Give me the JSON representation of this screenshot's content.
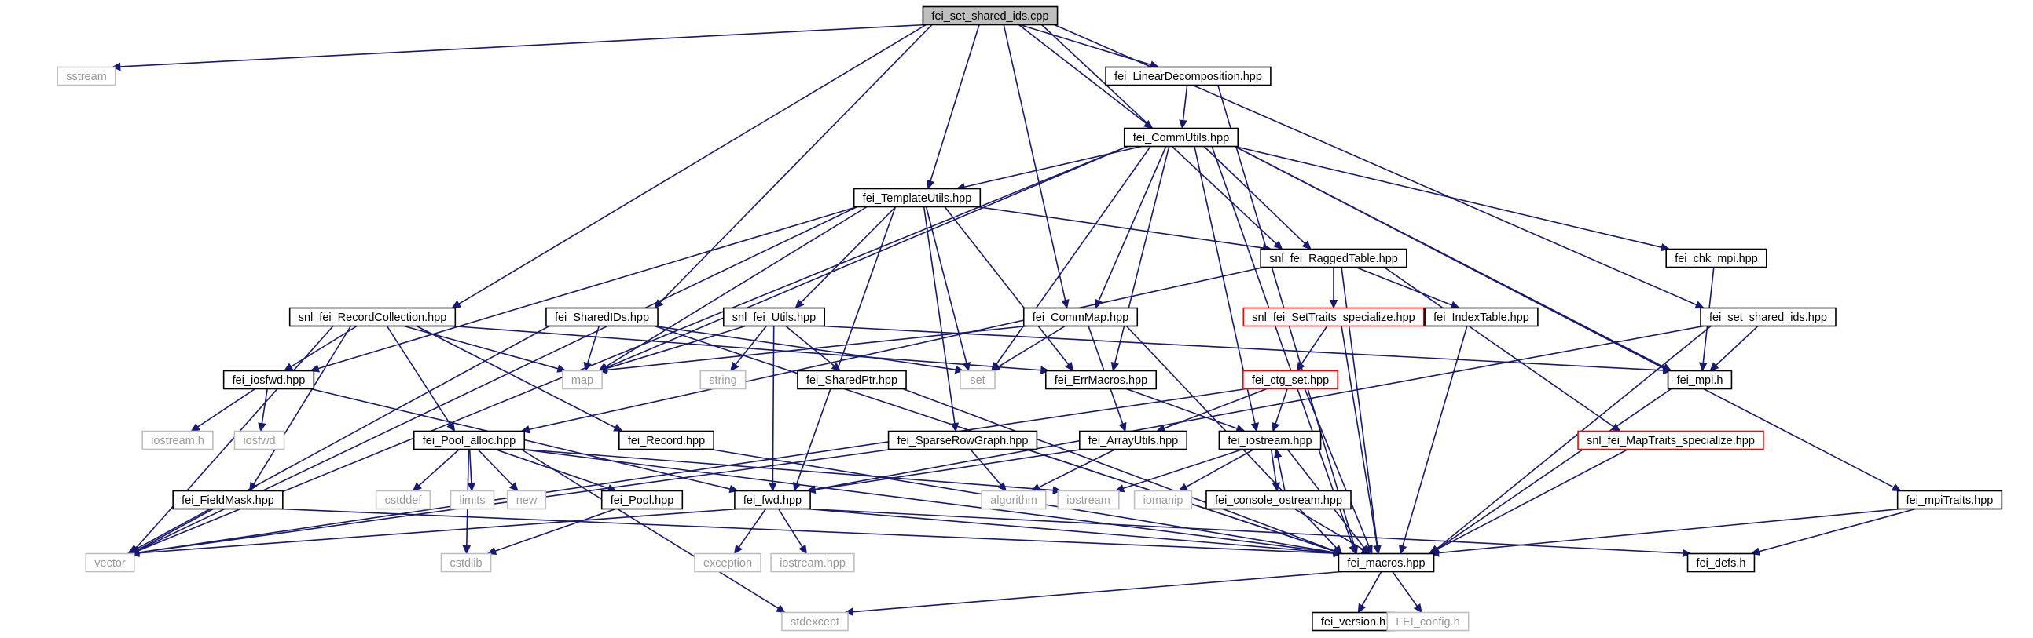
{
  "diagram": {
    "colors": {
      "edge": "#191970",
      "root_fill": "#bfbfbf",
      "node_border": "#000000",
      "node_border_truncated": "#ff0000",
      "node_border_system": "#bfbfbf",
      "node_text": "#000000",
      "node_text_system": "#999999"
    },
    "nodes": [
      {
        "id": "root",
        "label": "fei_set_shared_ids.cpp",
        "kind": "root"
      },
      {
        "id": "sstream",
        "label": "sstream",
        "kind": "system"
      },
      {
        "id": "linear",
        "label": "fei_LinearDecomposition.hpp",
        "kind": "normal"
      },
      {
        "id": "commutils",
        "label": "fei_CommUtils.hpp",
        "kind": "normal"
      },
      {
        "id": "templateutils",
        "label": "fei_TemplateUtils.hpp",
        "kind": "normal"
      },
      {
        "id": "ragged",
        "label": "snl_fei_RaggedTable.hpp",
        "kind": "normal"
      },
      {
        "id": "chkmpi",
        "label": "fei_chk_mpi.hpp",
        "kind": "normal"
      },
      {
        "id": "recordcoll",
        "label": "snl_fei_RecordCollection.hpp",
        "kind": "normal"
      },
      {
        "id": "sharedids",
        "label": "fei_SharedIDs.hpp",
        "kind": "normal"
      },
      {
        "id": "snlutils",
        "label": "snl_fei_Utils.hpp",
        "kind": "normal"
      },
      {
        "id": "commmap",
        "label": "fei_CommMap.hpp",
        "kind": "normal"
      },
      {
        "id": "settraits",
        "label": "snl_fei_SetTraits_specialize.hpp",
        "kind": "truncated"
      },
      {
        "id": "indextable",
        "label": "fei_IndexTable.hpp",
        "kind": "normal"
      },
      {
        "id": "setsharedids",
        "label": "fei_set_shared_ids.hpp",
        "kind": "normal"
      },
      {
        "id": "iosfwd_hpp",
        "label": "fei_iosfwd.hpp",
        "kind": "normal"
      },
      {
        "id": "map",
        "label": "map",
        "kind": "system"
      },
      {
        "id": "string",
        "label": "string",
        "kind": "system"
      },
      {
        "id": "sharedptr",
        "label": "fei_SharedPtr.hpp",
        "kind": "normal"
      },
      {
        "id": "set",
        "label": "set",
        "kind": "system"
      },
      {
        "id": "errmacros",
        "label": "fei_ErrMacros.hpp",
        "kind": "normal"
      },
      {
        "id": "ctgset",
        "label": "fei_ctg_set.hpp",
        "kind": "truncated"
      },
      {
        "id": "feimpi",
        "label": "fei_mpi.h",
        "kind": "normal"
      },
      {
        "id": "iostream_h",
        "label": "iostream.h",
        "kind": "system"
      },
      {
        "id": "iosfwd",
        "label": "iosfwd",
        "kind": "system"
      },
      {
        "id": "poolalloc",
        "label": "fei_Pool_alloc.hpp",
        "kind": "normal"
      },
      {
        "id": "record",
        "label": "fei_Record.hpp",
        "kind": "normal"
      },
      {
        "id": "sparserow",
        "label": "fei_SparseRowGraph.hpp",
        "kind": "normal"
      },
      {
        "id": "arrayutils",
        "label": "fei_ArrayUtils.hpp",
        "kind": "normal"
      },
      {
        "id": "feiiostream",
        "label": "fei_iostream.hpp",
        "kind": "normal"
      },
      {
        "id": "maptraits",
        "label": "snl_fei_MapTraits_specialize.hpp",
        "kind": "truncated"
      },
      {
        "id": "fieldmask",
        "label": "fei_FieldMask.hpp",
        "kind": "normal"
      },
      {
        "id": "cstddef",
        "label": "cstddef",
        "kind": "system"
      },
      {
        "id": "limits",
        "label": "limits",
        "kind": "system"
      },
      {
        "id": "new",
        "label": "new",
        "kind": "system"
      },
      {
        "id": "pool",
        "label": "fei_Pool.hpp",
        "kind": "normal"
      },
      {
        "id": "fwd",
        "label": "fei_fwd.hpp",
        "kind": "normal"
      },
      {
        "id": "algorithm",
        "label": "algorithm",
        "kind": "system"
      },
      {
        "id": "iostream",
        "label": "iostream",
        "kind": "system"
      },
      {
        "id": "iomanip",
        "label": "iomanip",
        "kind": "system"
      },
      {
        "id": "consoleostream",
        "label": "fei_console_ostream.hpp",
        "kind": "normal"
      },
      {
        "id": "mpitraits",
        "label": "fei_mpiTraits.hpp",
        "kind": "normal"
      },
      {
        "id": "vector",
        "label": "vector",
        "kind": "system"
      },
      {
        "id": "cstdlib",
        "label": "cstdlib",
        "kind": "system"
      },
      {
        "id": "exception",
        "label": "exception",
        "kind": "system"
      },
      {
        "id": "iostream_hpp",
        "label": "iostream.hpp",
        "kind": "system"
      },
      {
        "id": "macros",
        "label": "fei_macros.hpp",
        "kind": "normal"
      },
      {
        "id": "defs",
        "label": "fei_defs.h",
        "kind": "normal"
      },
      {
        "id": "stdexcept",
        "label": "stdexcept",
        "kind": "system"
      },
      {
        "id": "version",
        "label": "fei_version.h",
        "kind": "normal"
      },
      {
        "id": "config",
        "label": "FEI_config.h",
        "kind": "system"
      }
    ],
    "edges": [
      [
        "root",
        "sstream"
      ],
      [
        "root",
        "linear"
      ],
      [
        "root",
        "commutils"
      ],
      [
        "root",
        "templateutils"
      ],
      [
        "root",
        "recordcoll"
      ],
      [
        "root",
        "sharedids"
      ],
      [
        "root",
        "commmap"
      ],
      [
        "root",
        "setsharedids"
      ],
      [
        "root",
        "ragged"
      ],
      [
        "linear",
        "commutils"
      ],
      [
        "linear",
        "macros"
      ],
      [
        "commutils",
        "templateutils"
      ],
      [
        "commutils",
        "ragged"
      ],
      [
        "commutils",
        "chkmpi"
      ],
      [
        "commutils",
        "commmap"
      ],
      [
        "commutils",
        "errmacros"
      ],
      [
        "commutils",
        "feiiostream"
      ],
      [
        "commutils",
        "feimpi"
      ],
      [
        "commutils",
        "mpitraits"
      ],
      [
        "commutils",
        "macros"
      ],
      [
        "commutils",
        "vector"
      ],
      [
        "commutils",
        "set"
      ],
      [
        "commutils",
        "map"
      ],
      [
        "templateutils",
        "ragged"
      ],
      [
        "templateutils",
        "snlutils"
      ],
      [
        "templateutils",
        "errmacros"
      ],
      [
        "templateutils",
        "sparserow"
      ],
      [
        "templateutils",
        "fwd"
      ],
      [
        "templateutils",
        "set"
      ],
      [
        "templateutils",
        "map"
      ],
      [
        "templateutils",
        "iosfwd_hpp"
      ],
      [
        "templateutils",
        "vector"
      ],
      [
        "ragged",
        "settraits"
      ],
      [
        "ragged",
        "indextable"
      ],
      [
        "ragged",
        "maptraits"
      ],
      [
        "ragged",
        "poolalloc"
      ],
      [
        "ragged",
        "macros"
      ],
      [
        "chkmpi",
        "feimpi"
      ],
      [
        "setsharedids",
        "feimpi"
      ],
      [
        "setsharedids",
        "macros"
      ],
      [
        "setsharedids",
        "fwd"
      ],
      [
        "recordcoll",
        "map"
      ],
      [
        "recordcoll",
        "iosfwd_hpp"
      ],
      [
        "recordcoll",
        "poolalloc"
      ],
      [
        "recordcoll",
        "record"
      ],
      [
        "recordcoll",
        "fieldmask"
      ],
      [
        "recordcoll",
        "vector"
      ],
      [
        "recordcoll",
        "errmacros"
      ],
      [
        "sharedids",
        "map"
      ],
      [
        "sharedids",
        "set"
      ],
      [
        "sharedids",
        "vector"
      ],
      [
        "sharedids",
        "macros"
      ],
      [
        "snlutils",
        "map"
      ],
      [
        "snlutils",
        "string"
      ],
      [
        "snlutils",
        "sharedptr"
      ],
      [
        "snlutils",
        "fwd"
      ],
      [
        "snlutils",
        "feimpi"
      ],
      [
        "commmap",
        "set"
      ],
      [
        "commmap",
        "map"
      ],
      [
        "commmap",
        "arrayutils"
      ],
      [
        "commmap",
        "macros"
      ],
      [
        "settraits",
        "ctgset"
      ],
      [
        "settraits",
        "macros"
      ],
      [
        "indextable",
        "macros"
      ],
      [
        "iosfwd_hpp",
        "iostream_h"
      ],
      [
        "iosfwd_hpp",
        "iosfwd"
      ],
      [
        "iosfwd_hpp",
        "fwd"
      ],
      [
        "errmacros",
        "feiiostream"
      ],
      [
        "ctgset",
        "arrayutils"
      ],
      [
        "ctgset",
        "feiiostream"
      ],
      [
        "ctgset",
        "vector"
      ],
      [
        "ctgset",
        "macros"
      ],
      [
        "feimpi",
        "macros"
      ],
      [
        "poolalloc",
        "cstddef"
      ],
      [
        "poolalloc",
        "limits"
      ],
      [
        "poolalloc",
        "new"
      ],
      [
        "poolalloc",
        "pool"
      ],
      [
        "poolalloc",
        "cstdlib"
      ],
      [
        "poolalloc",
        "stdexcept"
      ],
      [
        "poolalloc",
        "macros"
      ],
      [
        "poolalloc",
        "iostream"
      ],
      [
        "record",
        "macros"
      ],
      [
        "sparserow",
        "algorithm"
      ],
      [
        "sparserow",
        "vector"
      ],
      [
        "sparserow",
        "macros"
      ],
      [
        "arrayutils",
        "fwd"
      ],
      [
        "arrayutils",
        "algorithm"
      ],
      [
        "feiiostream",
        "iostream"
      ],
      [
        "feiiostream",
        "iomanip"
      ],
      [
        "feiiostream",
        "consoleostream"
      ],
      [
        "feiiostream",
        "macros"
      ],
      [
        "consoleostream",
        "feiiostream"
      ],
      [
        "consoleostream",
        "macros"
      ],
      [
        "maptraits",
        "macros"
      ],
      [
        "fieldmask",
        "vector"
      ],
      [
        "fieldmask",
        "macros"
      ],
      [
        "pool",
        "cstdlib"
      ],
      [
        "fwd",
        "vector"
      ],
      [
        "fwd",
        "exception"
      ],
      [
        "fwd",
        "iostream_hpp"
      ],
      [
        "fwd",
        "macros"
      ],
      [
        "fwd",
        "defs"
      ],
      [
        "mpitraits",
        "macros"
      ],
      [
        "mpitraits",
        "defs"
      ],
      [
        "sharedptr",
        "macros"
      ],
      [
        "macros",
        "stdexcept"
      ],
      [
        "macros",
        "version"
      ],
      [
        "macros",
        "config"
      ]
    ]
  }
}
